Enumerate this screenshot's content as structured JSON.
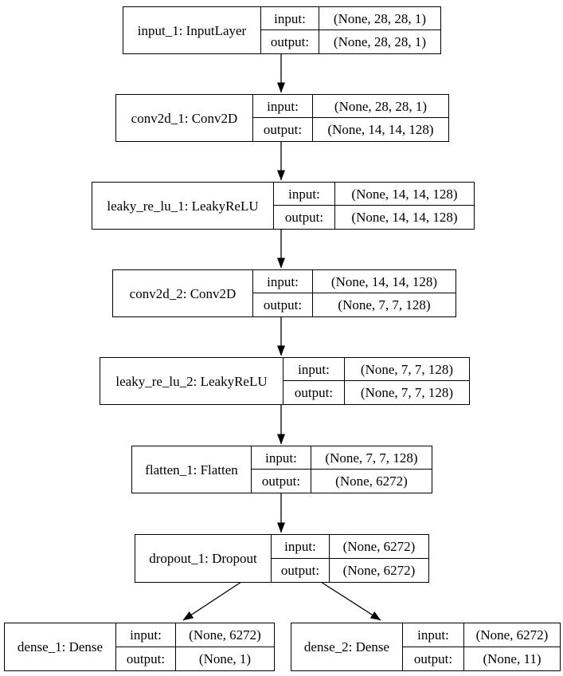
{
  "diagram": {
    "kind": "keras-model-architecture",
    "io_labels": {
      "input": "input:",
      "output": "output:"
    },
    "nodes": [
      {
        "id": "input_1",
        "label": "input_1: InputLayer",
        "input_shape": "(None, 28, 28, 1)",
        "output_shape": "(None, 28, 28, 1)"
      },
      {
        "id": "conv2d_1",
        "label": "conv2d_1: Conv2D",
        "input_shape": "(None, 28, 28, 1)",
        "output_shape": "(None, 14, 14, 128)"
      },
      {
        "id": "leaky_re_lu_1",
        "label": "leaky_re_lu_1: LeakyReLU",
        "input_shape": "(None, 14, 14, 128)",
        "output_shape": "(None, 14, 14, 128)"
      },
      {
        "id": "conv2d_2",
        "label": "conv2d_2: Conv2D",
        "input_shape": "(None, 14, 14, 128)",
        "output_shape": "(None, 7, 7, 128)"
      },
      {
        "id": "leaky_re_lu_2",
        "label": "leaky_re_lu_2: LeakyReLU",
        "input_shape": "(None, 7, 7, 128)",
        "output_shape": "(None, 7, 7, 128)"
      },
      {
        "id": "flatten_1",
        "label": "flatten_1: Flatten",
        "input_shape": "(None, 7, 7, 128)",
        "output_shape": "(None, 6272)"
      },
      {
        "id": "dropout_1",
        "label": "dropout_1: Dropout",
        "input_shape": "(None, 6272)",
        "output_shape": "(None, 6272)"
      },
      {
        "id": "dense_1",
        "label": "dense_1: Dense",
        "input_shape": "(None, 6272)",
        "output_shape": "(None, 1)"
      },
      {
        "id": "dense_2",
        "label": "dense_2: Dense",
        "input_shape": "(None, 6272)",
        "output_shape": "(None, 11)"
      }
    ],
    "edges": [
      {
        "from": "input_1",
        "to": "conv2d_1"
      },
      {
        "from": "conv2d_1",
        "to": "leaky_re_lu_1"
      },
      {
        "from": "leaky_re_lu_1",
        "to": "conv2d_2"
      },
      {
        "from": "conv2d_2",
        "to": "leaky_re_lu_2"
      },
      {
        "from": "leaky_re_lu_2",
        "to": "flatten_1"
      },
      {
        "from": "flatten_1",
        "to": "dropout_1"
      },
      {
        "from": "dropout_1",
        "to": "dense_1"
      },
      {
        "from": "dropout_1",
        "to": "dense_2"
      }
    ],
    "colors": {
      "line": "#000000",
      "background": "#ffffff",
      "text": "#000000"
    }
  }
}
